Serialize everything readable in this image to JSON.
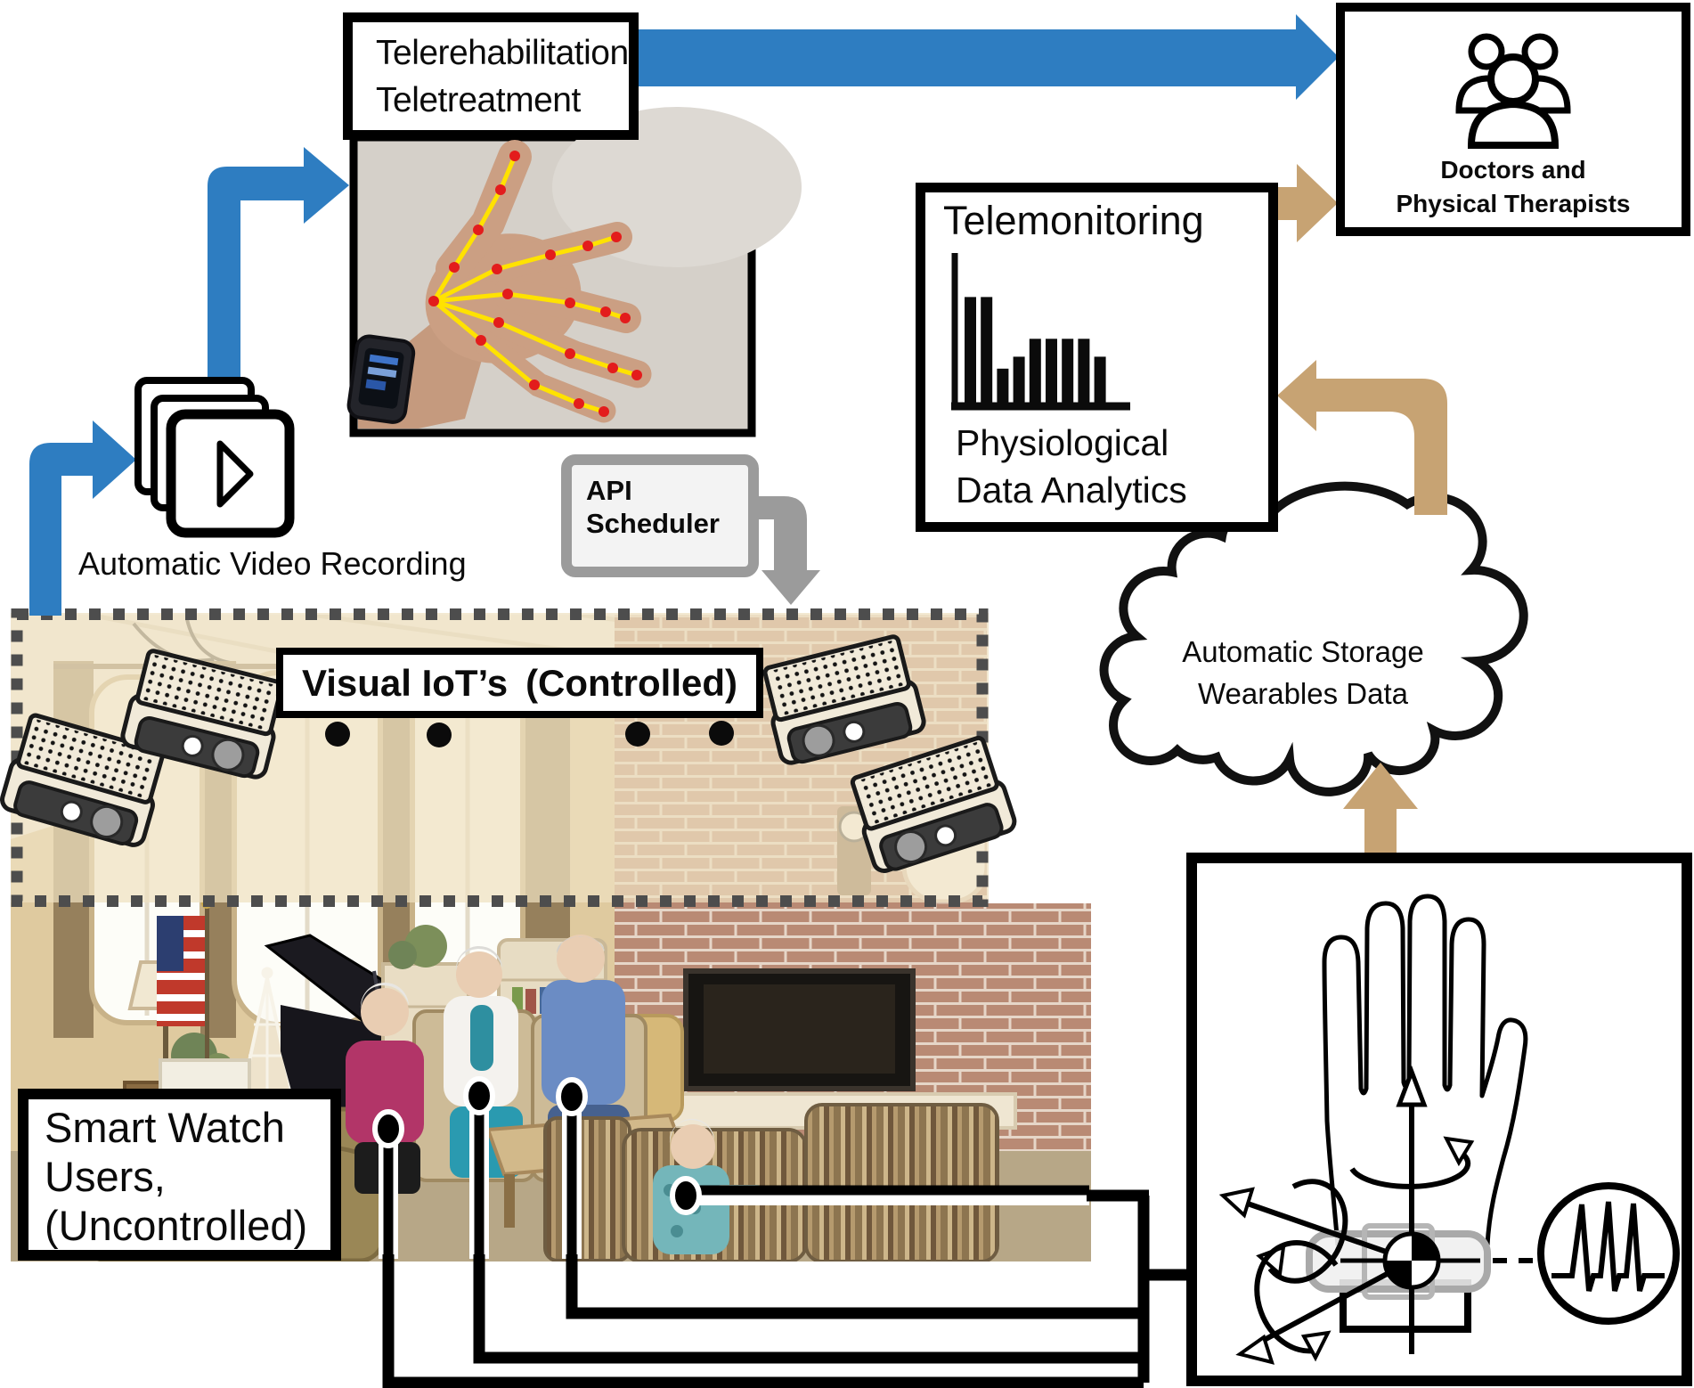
{
  "colors": {
    "arrow_blue": "#2e7dc1",
    "arrow_tan": "#c7a373",
    "arrow_gray": "#9b9b9b",
    "dash_border": "#4d4d4d",
    "skeleton_yellow": "#ffe200",
    "keypoint_red": "#e31c1c"
  },
  "telerehab_box": {
    "line1": "Telerehabilitation",
    "line2": "Teletreatment"
  },
  "doctors_box": {
    "line1": "Doctors and",
    "line2": "Physical Therapists"
  },
  "telemonitoring_box": {
    "title": "Telemonitoring",
    "caption_line1": "Physiological",
    "caption_line2": "Data Analytics"
  },
  "api_box": {
    "line1": "API",
    "line2": "Scheduler"
  },
  "video_recording_label": "Automatic Video Recording",
  "visual_iot_label": {
    "part1": "Visual IoT’s",
    "part2": "(Controlled)"
  },
  "smart_watch_box": {
    "line1": "Smart Watch",
    "line2": "Users,",
    "line3": "(Uncontrolled)"
  },
  "cloud": {
    "line1": "Automatic Storage",
    "line2": "Wearables Data"
  },
  "chart_data": {
    "type": "bar",
    "title": "Telemonitoring physiological data bar icon",
    "values": [
      9,
      9,
      3,
      4,
      5.5,
      5.5,
      5.5,
      5.5,
      4
    ]
  }
}
